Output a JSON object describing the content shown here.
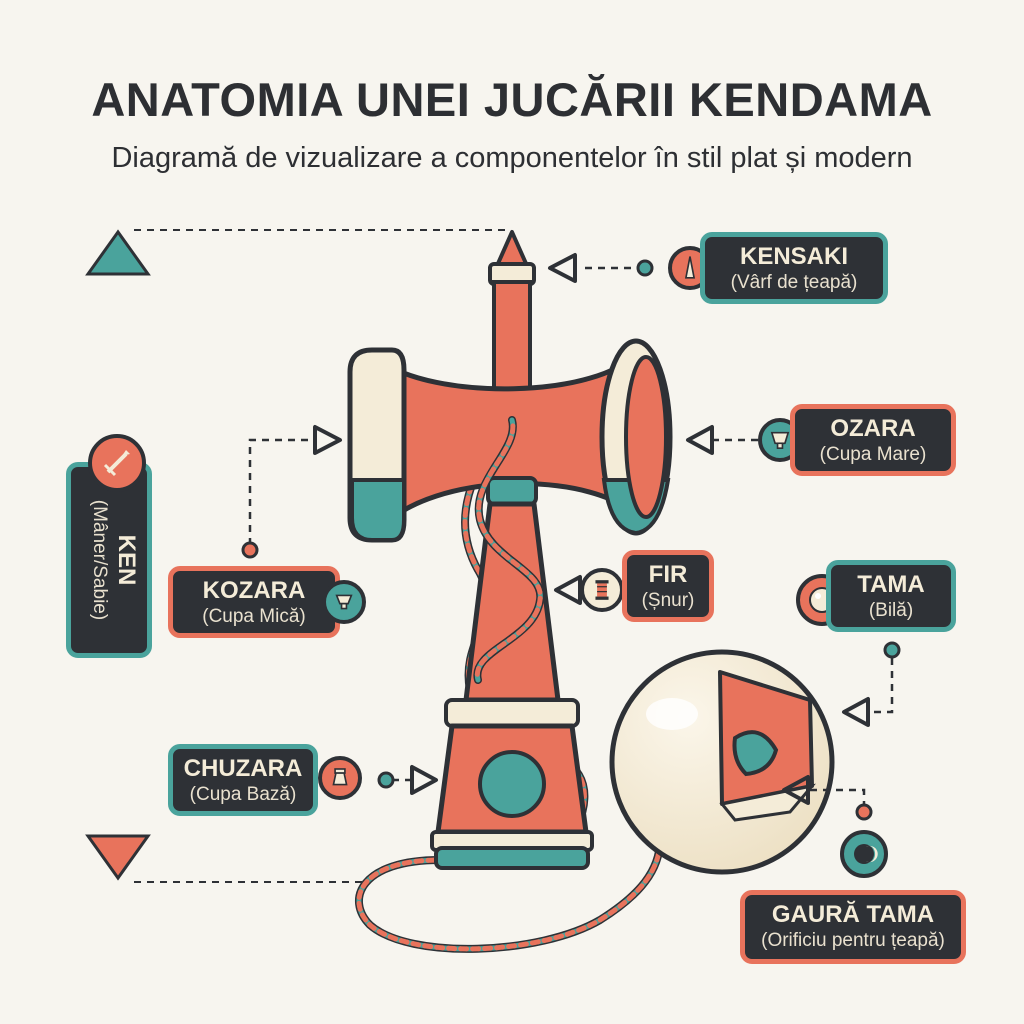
{
  "title": "ANATOMIA UNEI JUCĂRII KENDAMA",
  "subtitle": "Diagramă de vizualizare a componentelor în stil plat și modern",
  "labels": {
    "kensaki": {
      "name": "KENSAKI",
      "desc": "(Vârf de țeapă)",
      "icon": "spike-icon"
    },
    "ozara": {
      "name": "OZARA",
      "desc": "(Cupa Mare)",
      "icon": "large-cup-icon"
    },
    "kozara": {
      "name": "KOZARA",
      "desc": "(Cupa Mică)",
      "icon": "small-cup-icon"
    },
    "fir": {
      "name": "FIR",
      "desc": "(Șnur)",
      "icon": "string-spool-icon"
    },
    "tama": {
      "name": "TAMA",
      "desc": "(Bilă)",
      "icon": "ball-icon"
    },
    "ken": {
      "name": "KEN",
      "desc": "(Mâner/Sabie)",
      "icon": "sword-icon"
    },
    "chuzara": {
      "name": "CHUZARA",
      "desc": "(Cupa Bază)",
      "icon": "base-cup-icon"
    },
    "gaura": {
      "name": "GAURĂ TAMA",
      "desc": "(Orificiu pentru țeapă)",
      "icon": "hole-icon"
    }
  },
  "colors": {
    "coral": "#e8735c",
    "teal": "#4aa39c",
    "cream": "#f4ecd8",
    "dark": "#2e3136",
    "background": "#f7f5ef"
  }
}
